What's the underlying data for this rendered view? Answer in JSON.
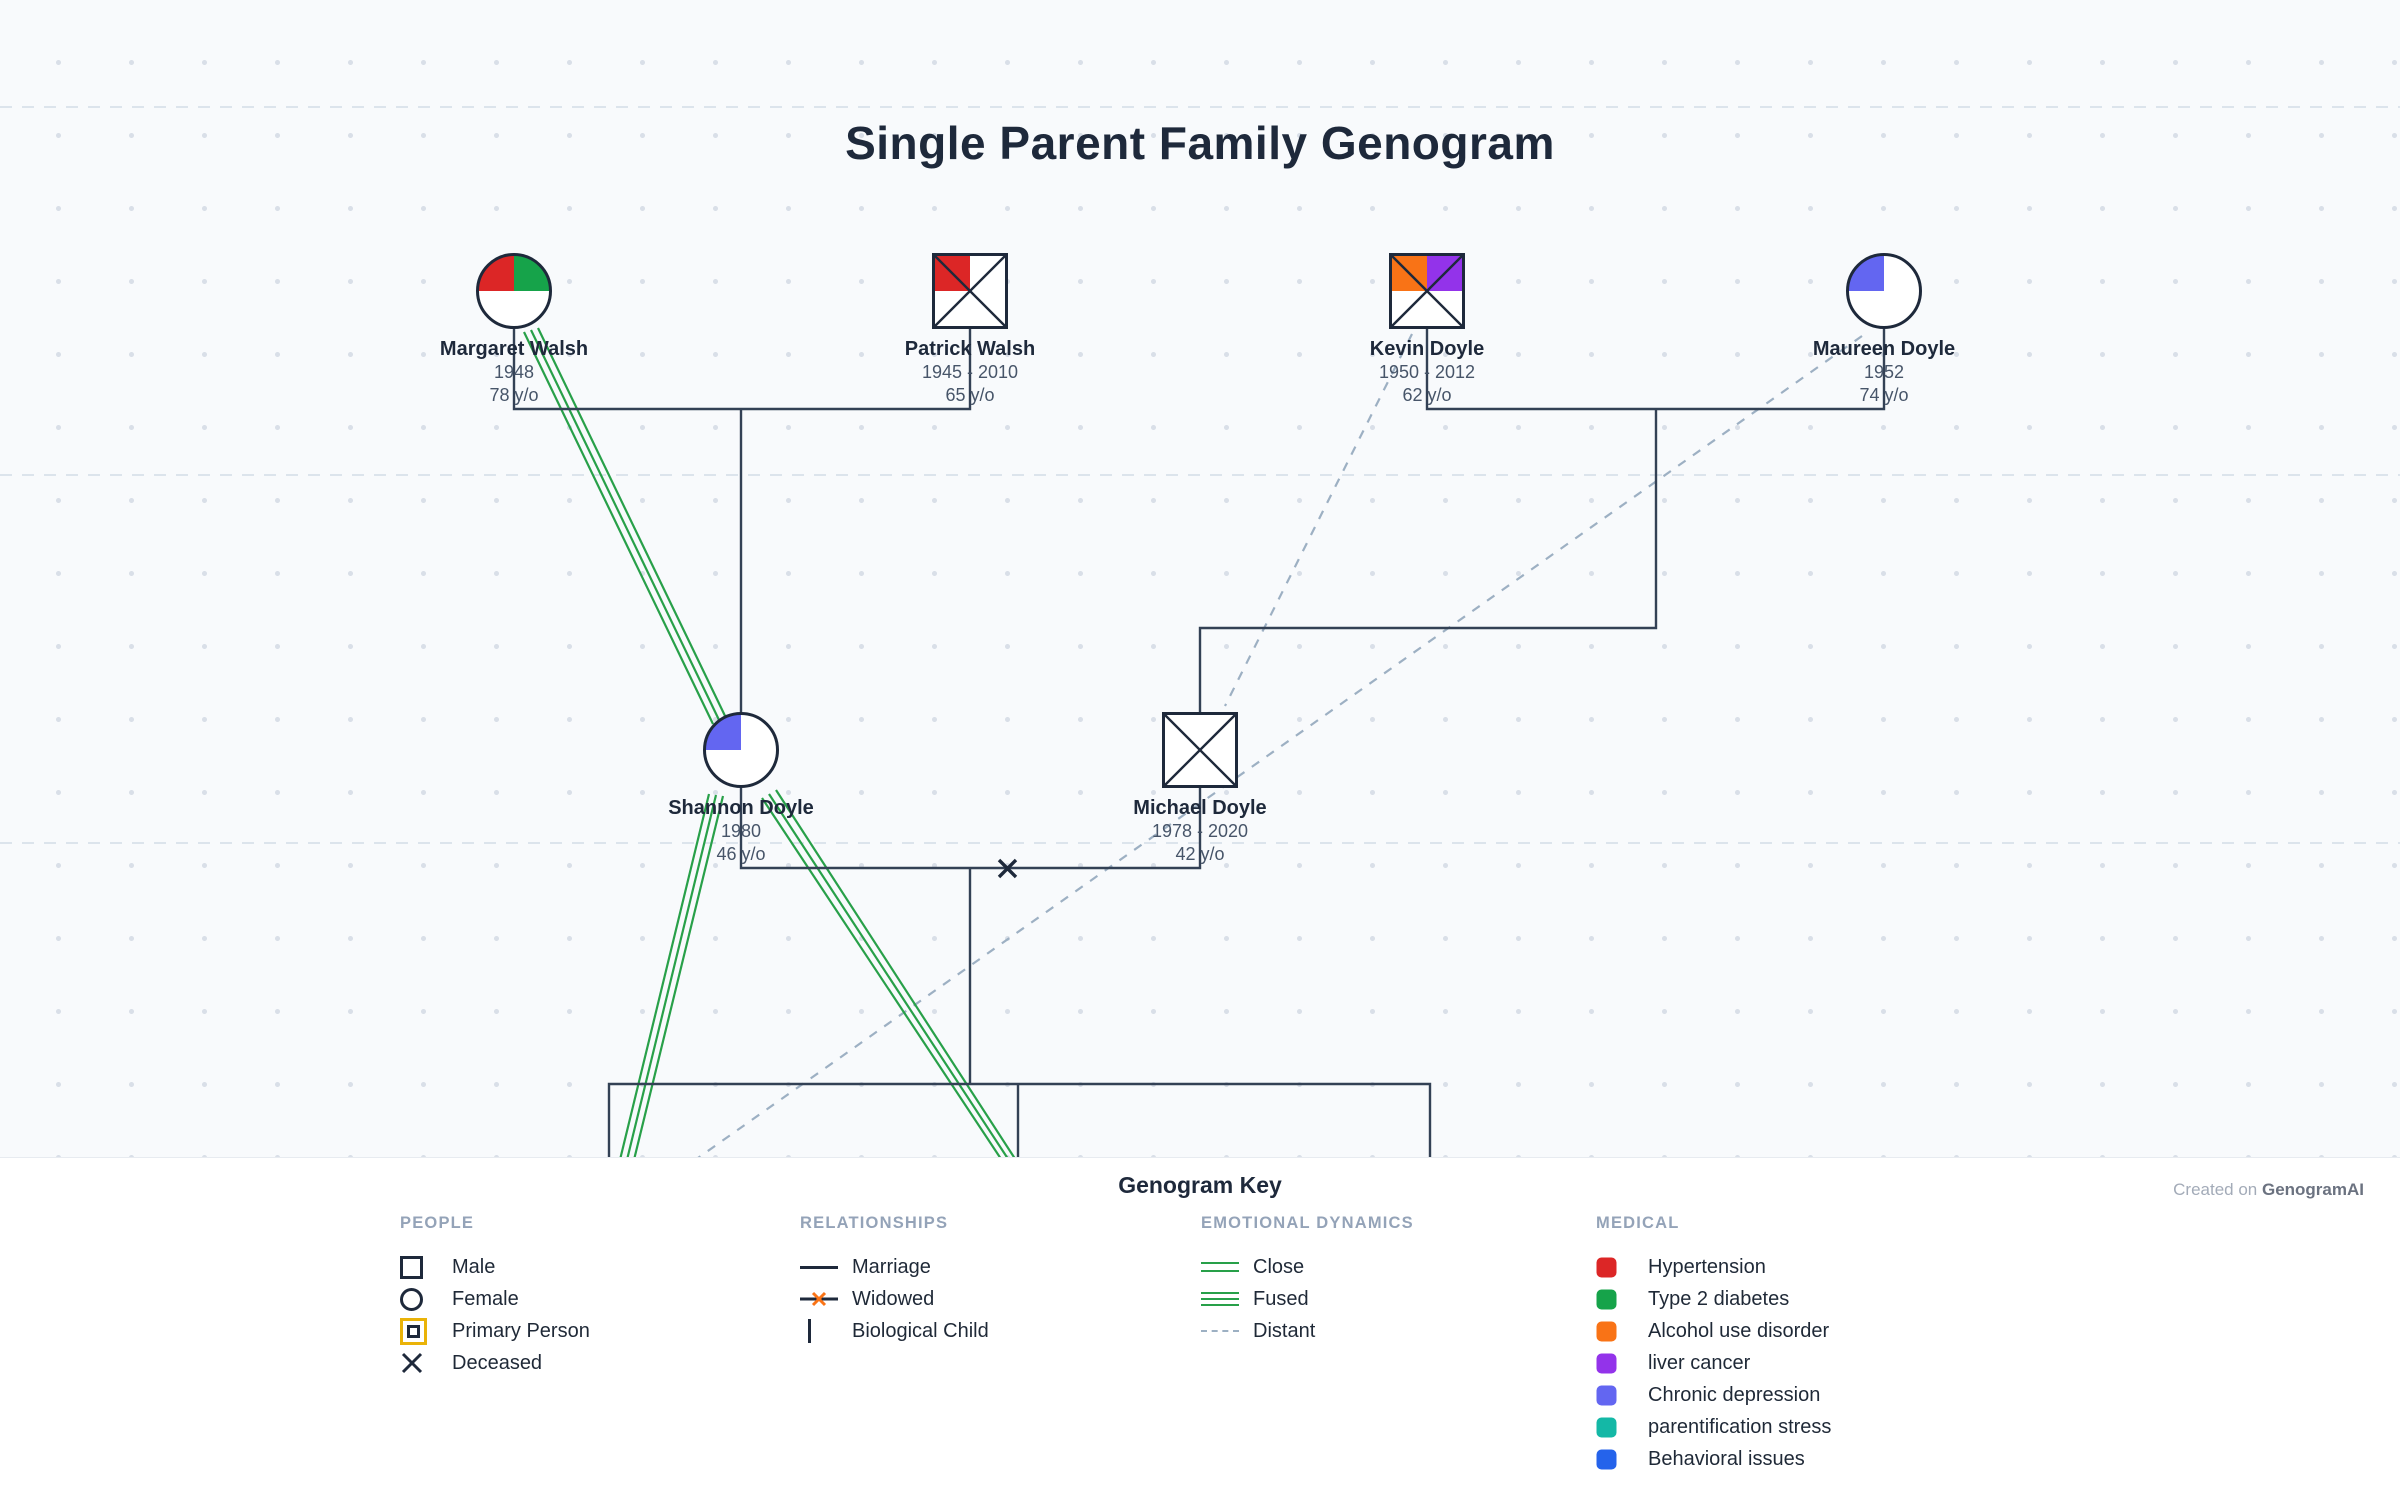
{
  "title": "Single Parent Family Genogram",
  "credit": {
    "prefix": "Created on ",
    "brand": "GenogramAI"
  },
  "people": [
    {
      "name": "Margaret Walsh",
      "years": "1948",
      "age": "78 y/o",
      "shape": "circle",
      "deceased": false,
      "q1": "#dc2626",
      "q2": "#16a34a",
      "conditions": [
        "Hypertension",
        "Type 2 diabetes"
      ]
    },
    {
      "name": "Patrick Walsh",
      "years": "1945 - 2010",
      "age": "65 y/o",
      "shape": "square",
      "deceased": true,
      "q1": "#dc2626",
      "q2": "none",
      "conditions": [
        "Hypertension"
      ]
    },
    {
      "name": "Kevin Doyle",
      "years": "1950 - 2012",
      "age": "62 y/o",
      "shape": "square",
      "deceased": true,
      "q1": "#f97316",
      "q2": "#9333ea",
      "conditions": [
        "Alcohol use disorder",
        "liver cancer"
      ]
    },
    {
      "name": "Maureen Doyle",
      "years": "1952",
      "age": "74 y/o",
      "shape": "circle",
      "deceased": false,
      "q1": "#6366f1",
      "q2": "none",
      "conditions": [
        "Chronic depression"
      ]
    },
    {
      "name": "Shannon Doyle",
      "years": "1980",
      "age": "46 y/o",
      "shape": "circle",
      "deceased": false,
      "q1": "#6366f1",
      "q2": "none",
      "conditions": [
        "Chronic depression"
      ]
    },
    {
      "name": "Michael Doyle",
      "years": "1978 - 2020",
      "age": "42 y/o",
      "shape": "square",
      "deceased": true,
      "q1": "none",
      "q2": "none",
      "conditions": []
    }
  ],
  "relationships": [
    {
      "type": "marriage",
      "between": [
        "Margaret Walsh",
        "Patrick Walsh"
      ]
    },
    {
      "type": "marriage",
      "between": [
        "Kevin Doyle",
        "Maureen Doyle"
      ]
    },
    {
      "type": "widowed",
      "between": [
        "Shannon Doyle",
        "Michael Doyle"
      ]
    },
    {
      "type": "biological-child",
      "parents": [
        "Margaret Walsh",
        "Patrick Walsh"
      ],
      "child": "Shannon Doyle"
    },
    {
      "type": "biological-child",
      "parents": [
        "Kevin Doyle",
        "Maureen Doyle"
      ],
      "child": "Michael Doyle"
    },
    {
      "type": "fused",
      "between": [
        "Margaret Walsh",
        "Shannon Doyle"
      ]
    },
    {
      "type": "distant",
      "between": [
        "Kevin Doyle",
        "Michael Doyle"
      ]
    },
    {
      "type": "distant",
      "between": [
        "Maureen Doyle",
        "descendant"
      ]
    }
  ],
  "key": {
    "title": "Genogram Key",
    "people_header": "PEOPLE",
    "people_items": [
      "Male",
      "Female",
      "Primary Person",
      "Deceased"
    ],
    "relationships_header": "RELATIONSHIPS",
    "relationship_items": [
      "Marriage",
      "Widowed",
      "Biological Child"
    ],
    "emotional_header": "EMOTIONAL DYNAMICS",
    "emotional_items": [
      "Close",
      "Fused",
      "Distant"
    ],
    "medical_header": "MEDICAL",
    "medical_items": [
      {
        "label": "Hypertension",
        "color": "#dc2626"
      },
      {
        "label": "Type 2 diabetes",
        "color": "#16a34a"
      },
      {
        "label": "Alcohol use disorder",
        "color": "#f97316"
      },
      {
        "label": "liver cancer",
        "color": "#9333ea"
      },
      {
        "label": "Chronic depression",
        "color": "#6366f1"
      },
      {
        "label": "parentification stress",
        "color": "#14b8a6"
      },
      {
        "label": "Behavioral issues",
        "color": "#2563eb"
      }
    ]
  },
  "colors": {
    "structural_line": "#334155",
    "emotional_green": "#28a049",
    "distant_gray": "#9db0c3",
    "primary_person_gold": "#eab308",
    "background": "#f8fafc"
  }
}
